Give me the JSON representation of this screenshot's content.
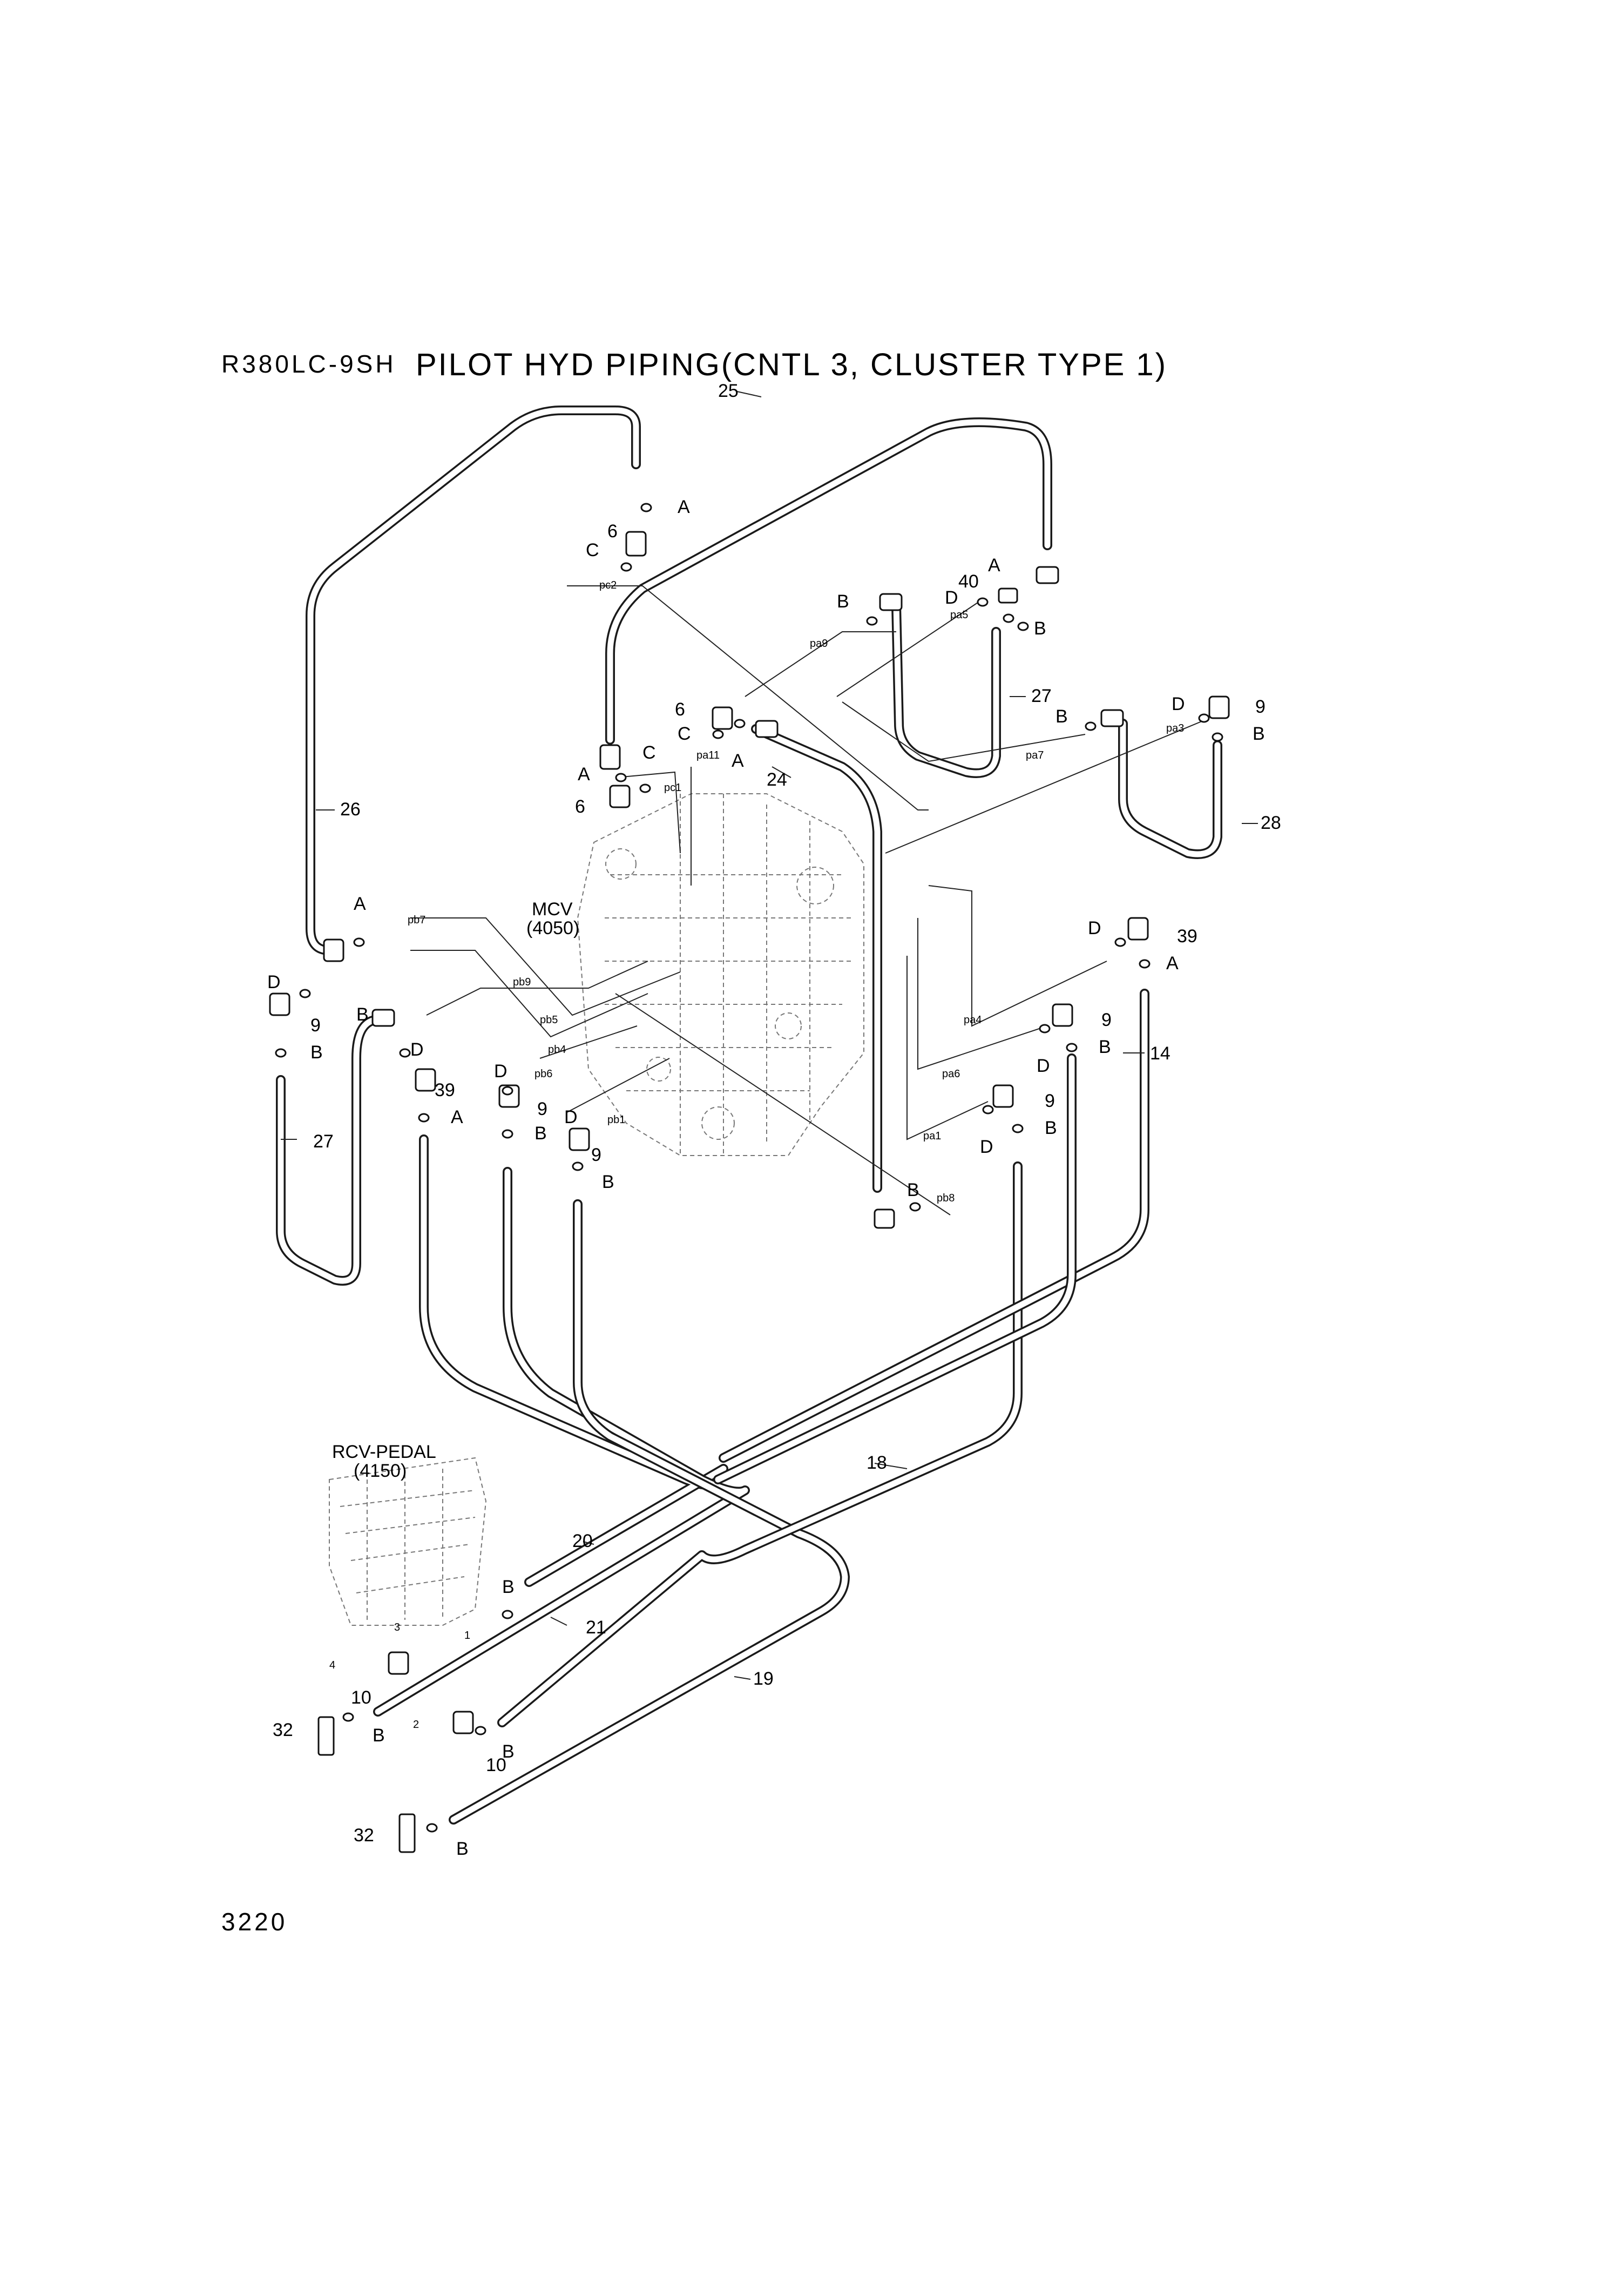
{
  "header": {
    "model": "R380LC-9SH",
    "title": "PILOT HYD PIPING(CNTL 3, CLUSTER TYPE 1)"
  },
  "footer": {
    "page_number": "3220"
  },
  "components": {
    "mcv": {
      "name": "MCV",
      "code": "(4050)"
    },
    "rcv_pedal": {
      "name": "RCV-PEDAL",
      "code": "(4150)"
    }
  },
  "callouts": {
    "part_numbers": [
      "6",
      "25",
      "40",
      "27",
      "9",
      "24",
      "26",
      "28",
      "39",
      "14",
      "18",
      "20",
      "21",
      "19",
      "10",
      "32"
    ],
    "letters": [
      "A",
      "B",
      "C",
      "D"
    ]
  },
  "port_labels": [
    "pc2",
    "pa9",
    "pa5",
    "pa11",
    "pc1",
    "pa3",
    "pa7",
    "pb7",
    "pb9",
    "pb5",
    "pb4",
    "pb6",
    "pb1",
    "pa4",
    "pa6",
    "pa1",
    "pb8"
  ],
  "pedal_ports": [
    "1",
    "2",
    "3",
    "4"
  ]
}
